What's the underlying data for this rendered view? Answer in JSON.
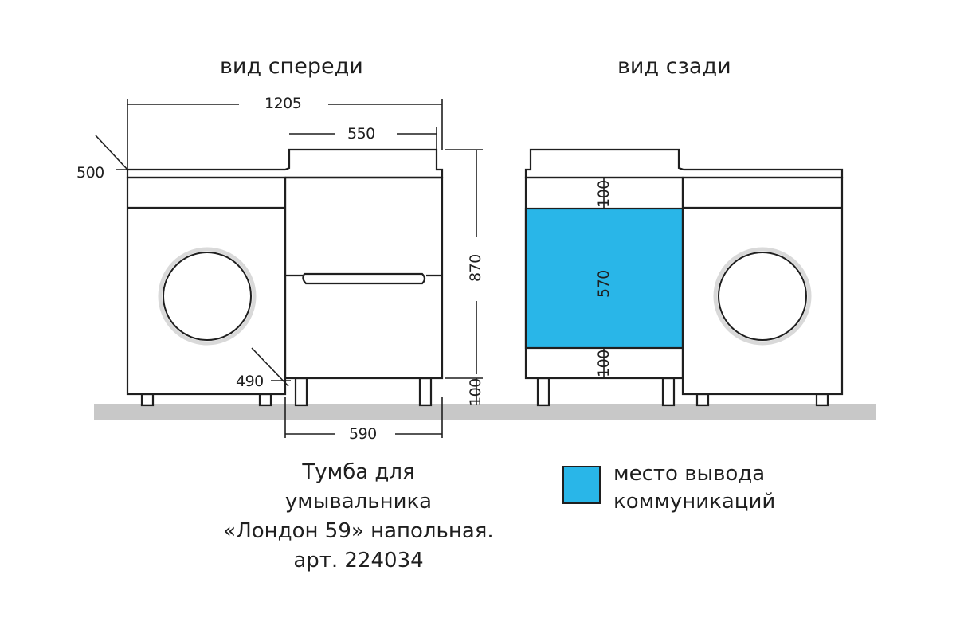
{
  "views": {
    "front_title": "вид спереди",
    "back_title": "вид сзади"
  },
  "dimensions": {
    "total_width": "1205",
    "cabinet_top_width": "550",
    "machine_depth": "500",
    "machine_leg_clearance": "490",
    "total_height": "870",
    "legs_height": "100",
    "base_width": "590",
    "rear_top_band": "100",
    "rear_opening": "570",
    "rear_bottom_band": "100"
  },
  "caption": {
    "line1": "Тумба для",
    "line2": "умывальника",
    "line3": "«Лондон 59» напольная.",
    "line4": "арт. 224034"
  },
  "legend": {
    "line1": "место вывода",
    "line2": "коммуникаций"
  },
  "colors": {
    "stroke": "#1f1f1f",
    "floor": "#c8c8c8",
    "communications": "#29b6e8",
    "drum_ring": "#d9d9d9"
  }
}
